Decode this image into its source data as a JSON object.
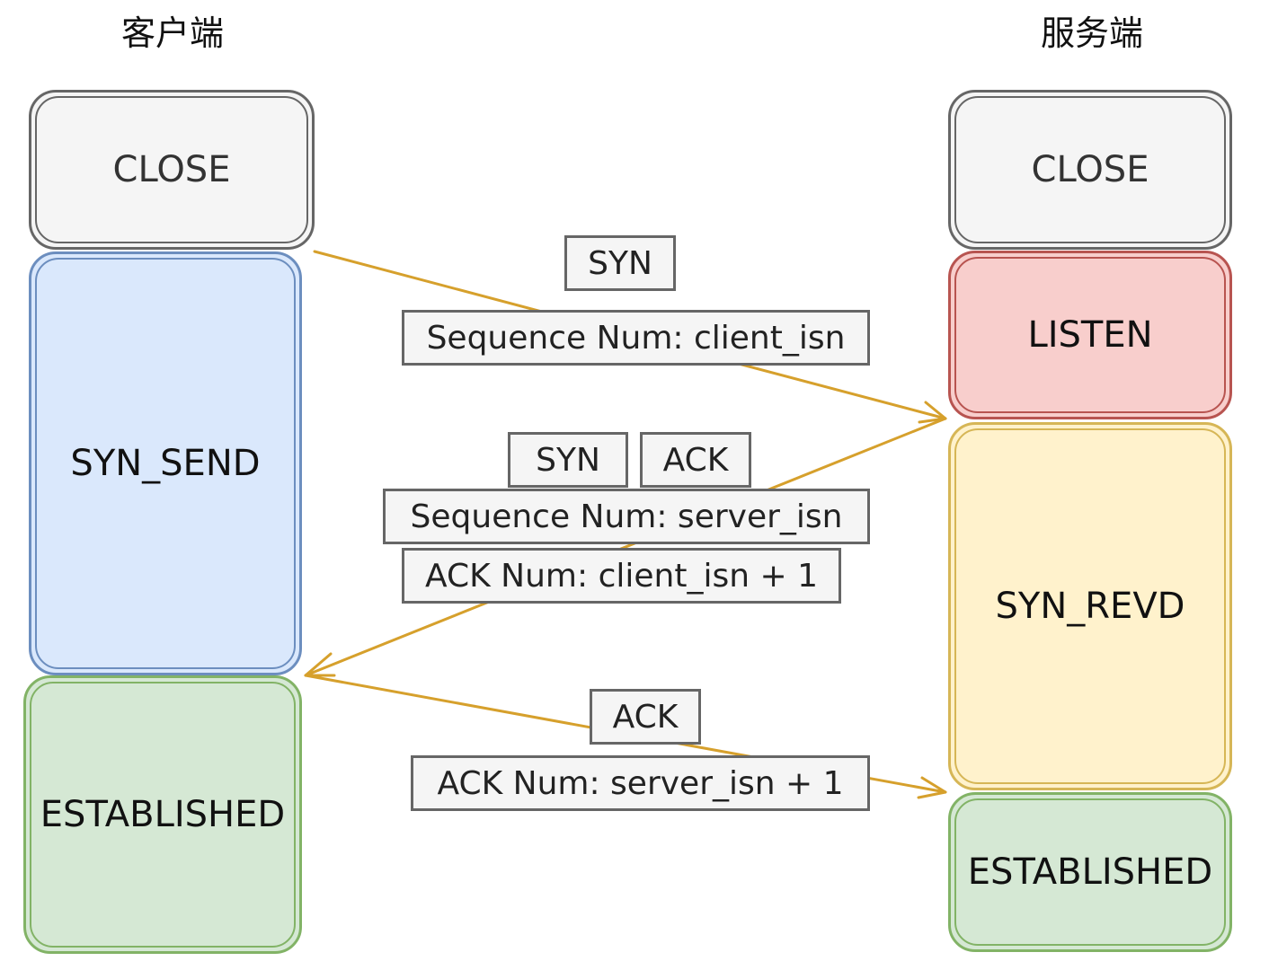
{
  "headers": {
    "client": "客户端",
    "server": "服务端"
  },
  "client_states": {
    "close": "CLOSE",
    "syn_send": "SYN_SEND",
    "established": "ESTABLISHED"
  },
  "server_states": {
    "close": "CLOSE",
    "listen": "LISTEN",
    "syn_revd": "SYN_REVD",
    "established": "ESTABLISHED"
  },
  "messages": {
    "first": {
      "flag": "SYN",
      "seq": "Sequence Num: client_isn"
    },
    "second": {
      "flag_syn": "SYN",
      "flag_ack": "ACK",
      "seq": "Sequence Num: server_isn",
      "ack": "ACK Num: client_isn + 1"
    },
    "third": {
      "flag": "ACK",
      "ack": "ACK Num: server_isn + 1"
    }
  },
  "colors": {
    "arrow": "#d6a02c",
    "close": "#f5f5f5",
    "syn_send": "#dae8fc",
    "listen": "#f8cecc",
    "syn_revd": "#fff2cc",
    "established": "#d5e8d4"
  }
}
